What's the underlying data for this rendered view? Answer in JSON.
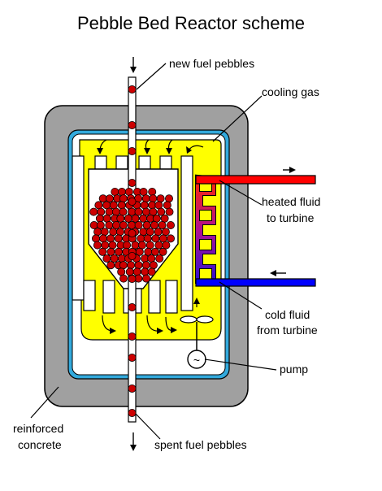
{
  "title": "Pebble Bed Reactor scheme",
  "labels": {
    "new_fuel": "new fuel pebbles",
    "cooling_gas": "cooling gas",
    "heated_fluid": [
      "heated fluid",
      "to turbine"
    ],
    "cold_fluid": [
      "cold fluid",
      "from turbine"
    ],
    "pump": "pump",
    "reinforced_concrete": [
      "reinforced",
      "concrete"
    ],
    "spent_fuel": "spent fuel pebbles"
  },
  "pump_symbol": "~",
  "colors": {
    "concrete": "#a0a0a0",
    "vessel_lining": "#33aadd",
    "cooling_gas": "#ffff00",
    "fuel_pebble": "#cc0000",
    "hot_pipe": "#ff0000",
    "cold_pipe": "#0000ff",
    "heat_exchanger": "#ffa500"
  },
  "icons": [
    "down-arrow-icon",
    "right-arrow-icon",
    "left-arrow-icon",
    "pump-icon",
    "fan-icon"
  ]
}
